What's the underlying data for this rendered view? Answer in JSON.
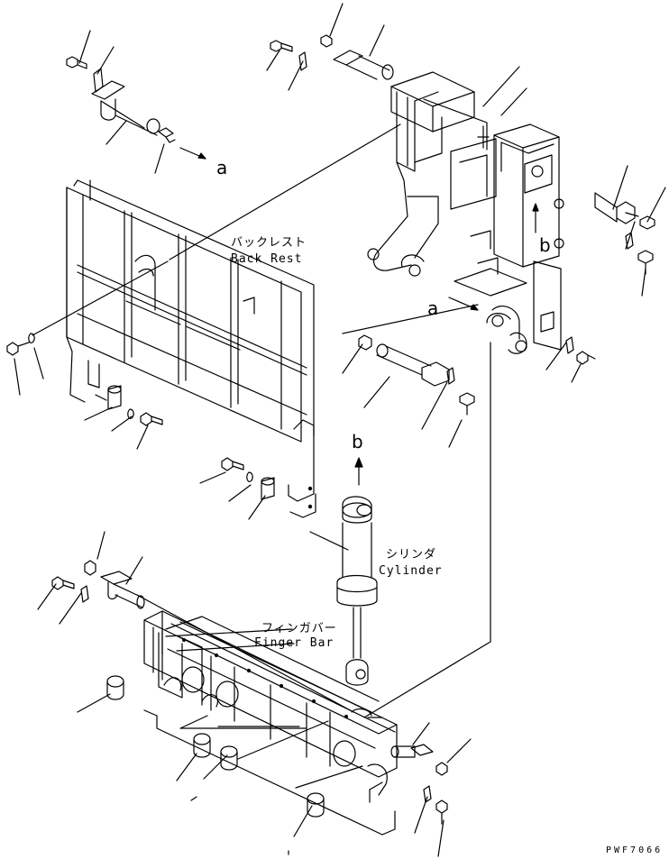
{
  "labels": {
    "back_rest_jp": "バックレスト",
    "back_rest_en": "Back Rest",
    "cylinder_jp": "シリンダ",
    "cylinder_en": "Cylinder",
    "finger_bar_jp": "フィンガバー",
    "finger_bar_en": "Finger Bar"
  },
  "refs": {
    "a": "a",
    "b": "b"
  },
  "drawing_code": "PWF7066",
  "colors": {
    "line": "#000000",
    "background": "#ffffff"
  }
}
